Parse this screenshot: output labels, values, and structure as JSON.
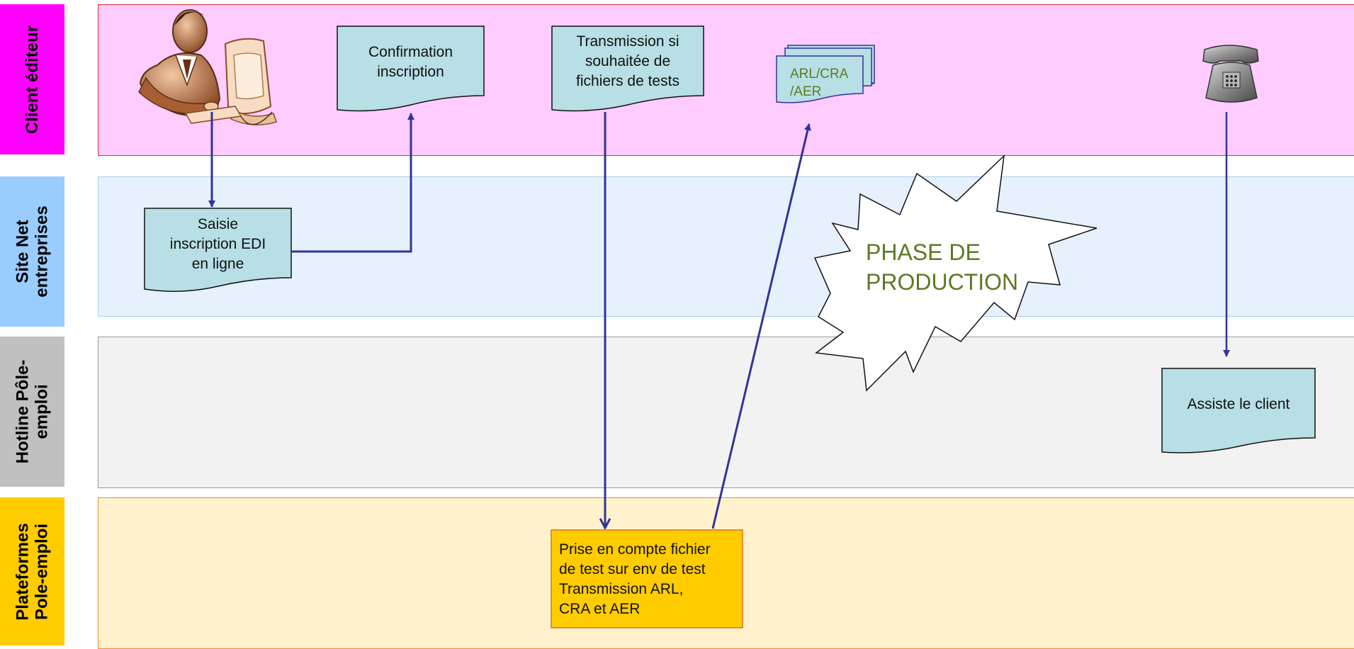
{
  "lanes": [
    {
      "id": "client",
      "label": "Client éditeur",
      "color": "#ff00ff",
      "bg": "#ffccff",
      "border": "#e0303a"
    },
    {
      "id": "site",
      "label": "Site Net\nentreprises",
      "color": "#99ccff",
      "bg": "#e6f1fd",
      "border": "#a9cdeb"
    },
    {
      "id": "hotline",
      "label": "Hotline Pôle-\nemploi",
      "color": "#c0c0c0",
      "bg": "#f2f2f2",
      "border": "#9a9a9a"
    },
    {
      "id": "plateformes",
      "label": "Plateformes\nPole-emploi",
      "color": "#ffcc00",
      "bg": "#fff2cc",
      "border": "#f08c3c"
    }
  ],
  "nodes": {
    "confirmation": "Confirmation\ninscription",
    "transmission": "Transmission si\nsouhaitée de\nfichiers de tests",
    "arl_stack": "ARL/CRA\n/AER",
    "saisie": "Saisie\ninscription EDI\nen ligne",
    "phase": "PHASE DE\nPRODUCTION",
    "assiste": "Assiste le client",
    "prise": "Prise en compte fichier\nde test sur env de test\nTransmission ARL,\nCRA et AER"
  },
  "icons": {
    "user": "user-at-computer-icon",
    "phone": "telephone-icon"
  },
  "colors": {
    "document_fill": "#b7dfe5",
    "process_fill": "#ffcc00",
    "arrow": "#333399",
    "phase_text": "#5c7a23"
  }
}
